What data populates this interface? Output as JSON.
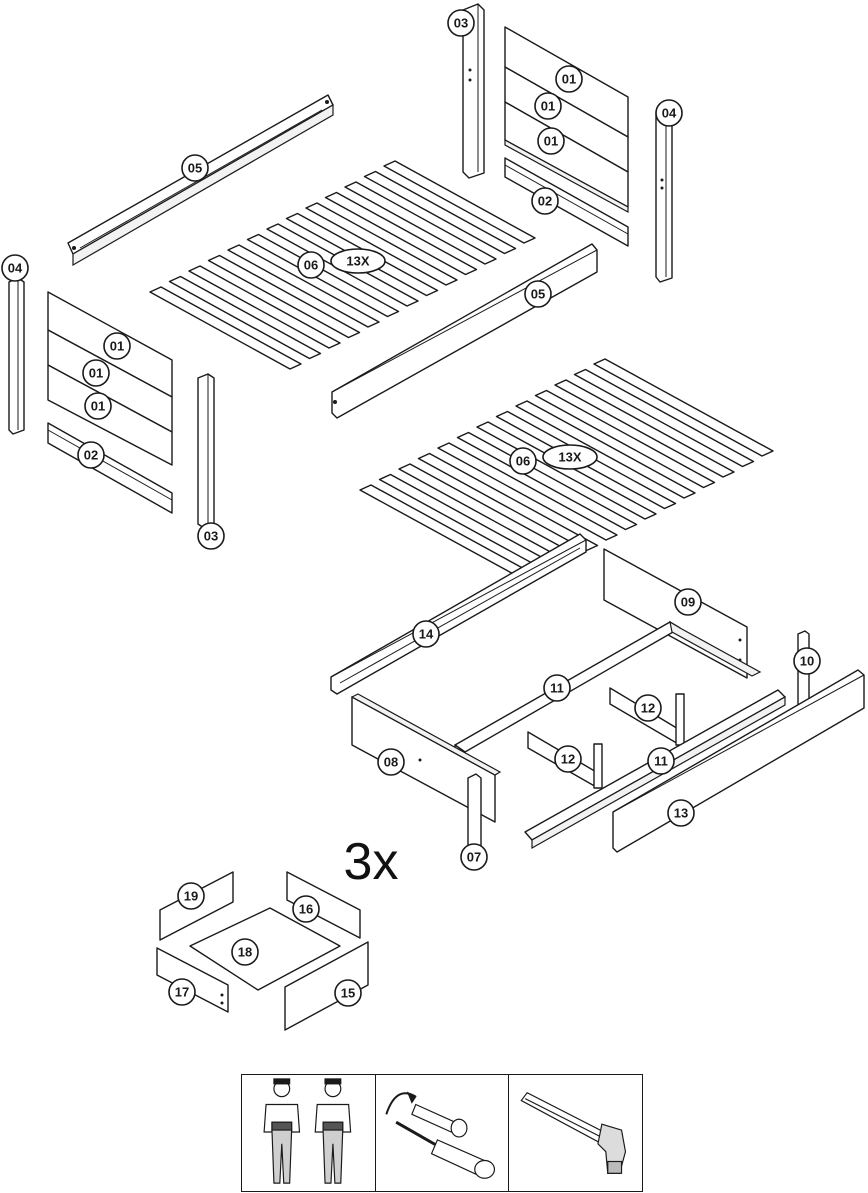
{
  "labels": {
    "p01": "01",
    "p02": "02",
    "p03": "03",
    "p04": "04",
    "p05": "05",
    "p06": "06",
    "p07": "07",
    "p08": "08",
    "p09": "09",
    "p10": "10",
    "p11": "11",
    "p12": "12",
    "p13": "13",
    "p14": "14",
    "p15": "15",
    "p16": "16",
    "p17": "17",
    "p18": "18",
    "p19": "19"
  },
  "quantities": {
    "slats": "13X",
    "drawers": "3x"
  },
  "tools": [
    {
      "icon": "two-persons-icon"
    },
    {
      "icon": "screwdriver-icon"
    },
    {
      "icon": "hammer-icon"
    }
  ]
}
